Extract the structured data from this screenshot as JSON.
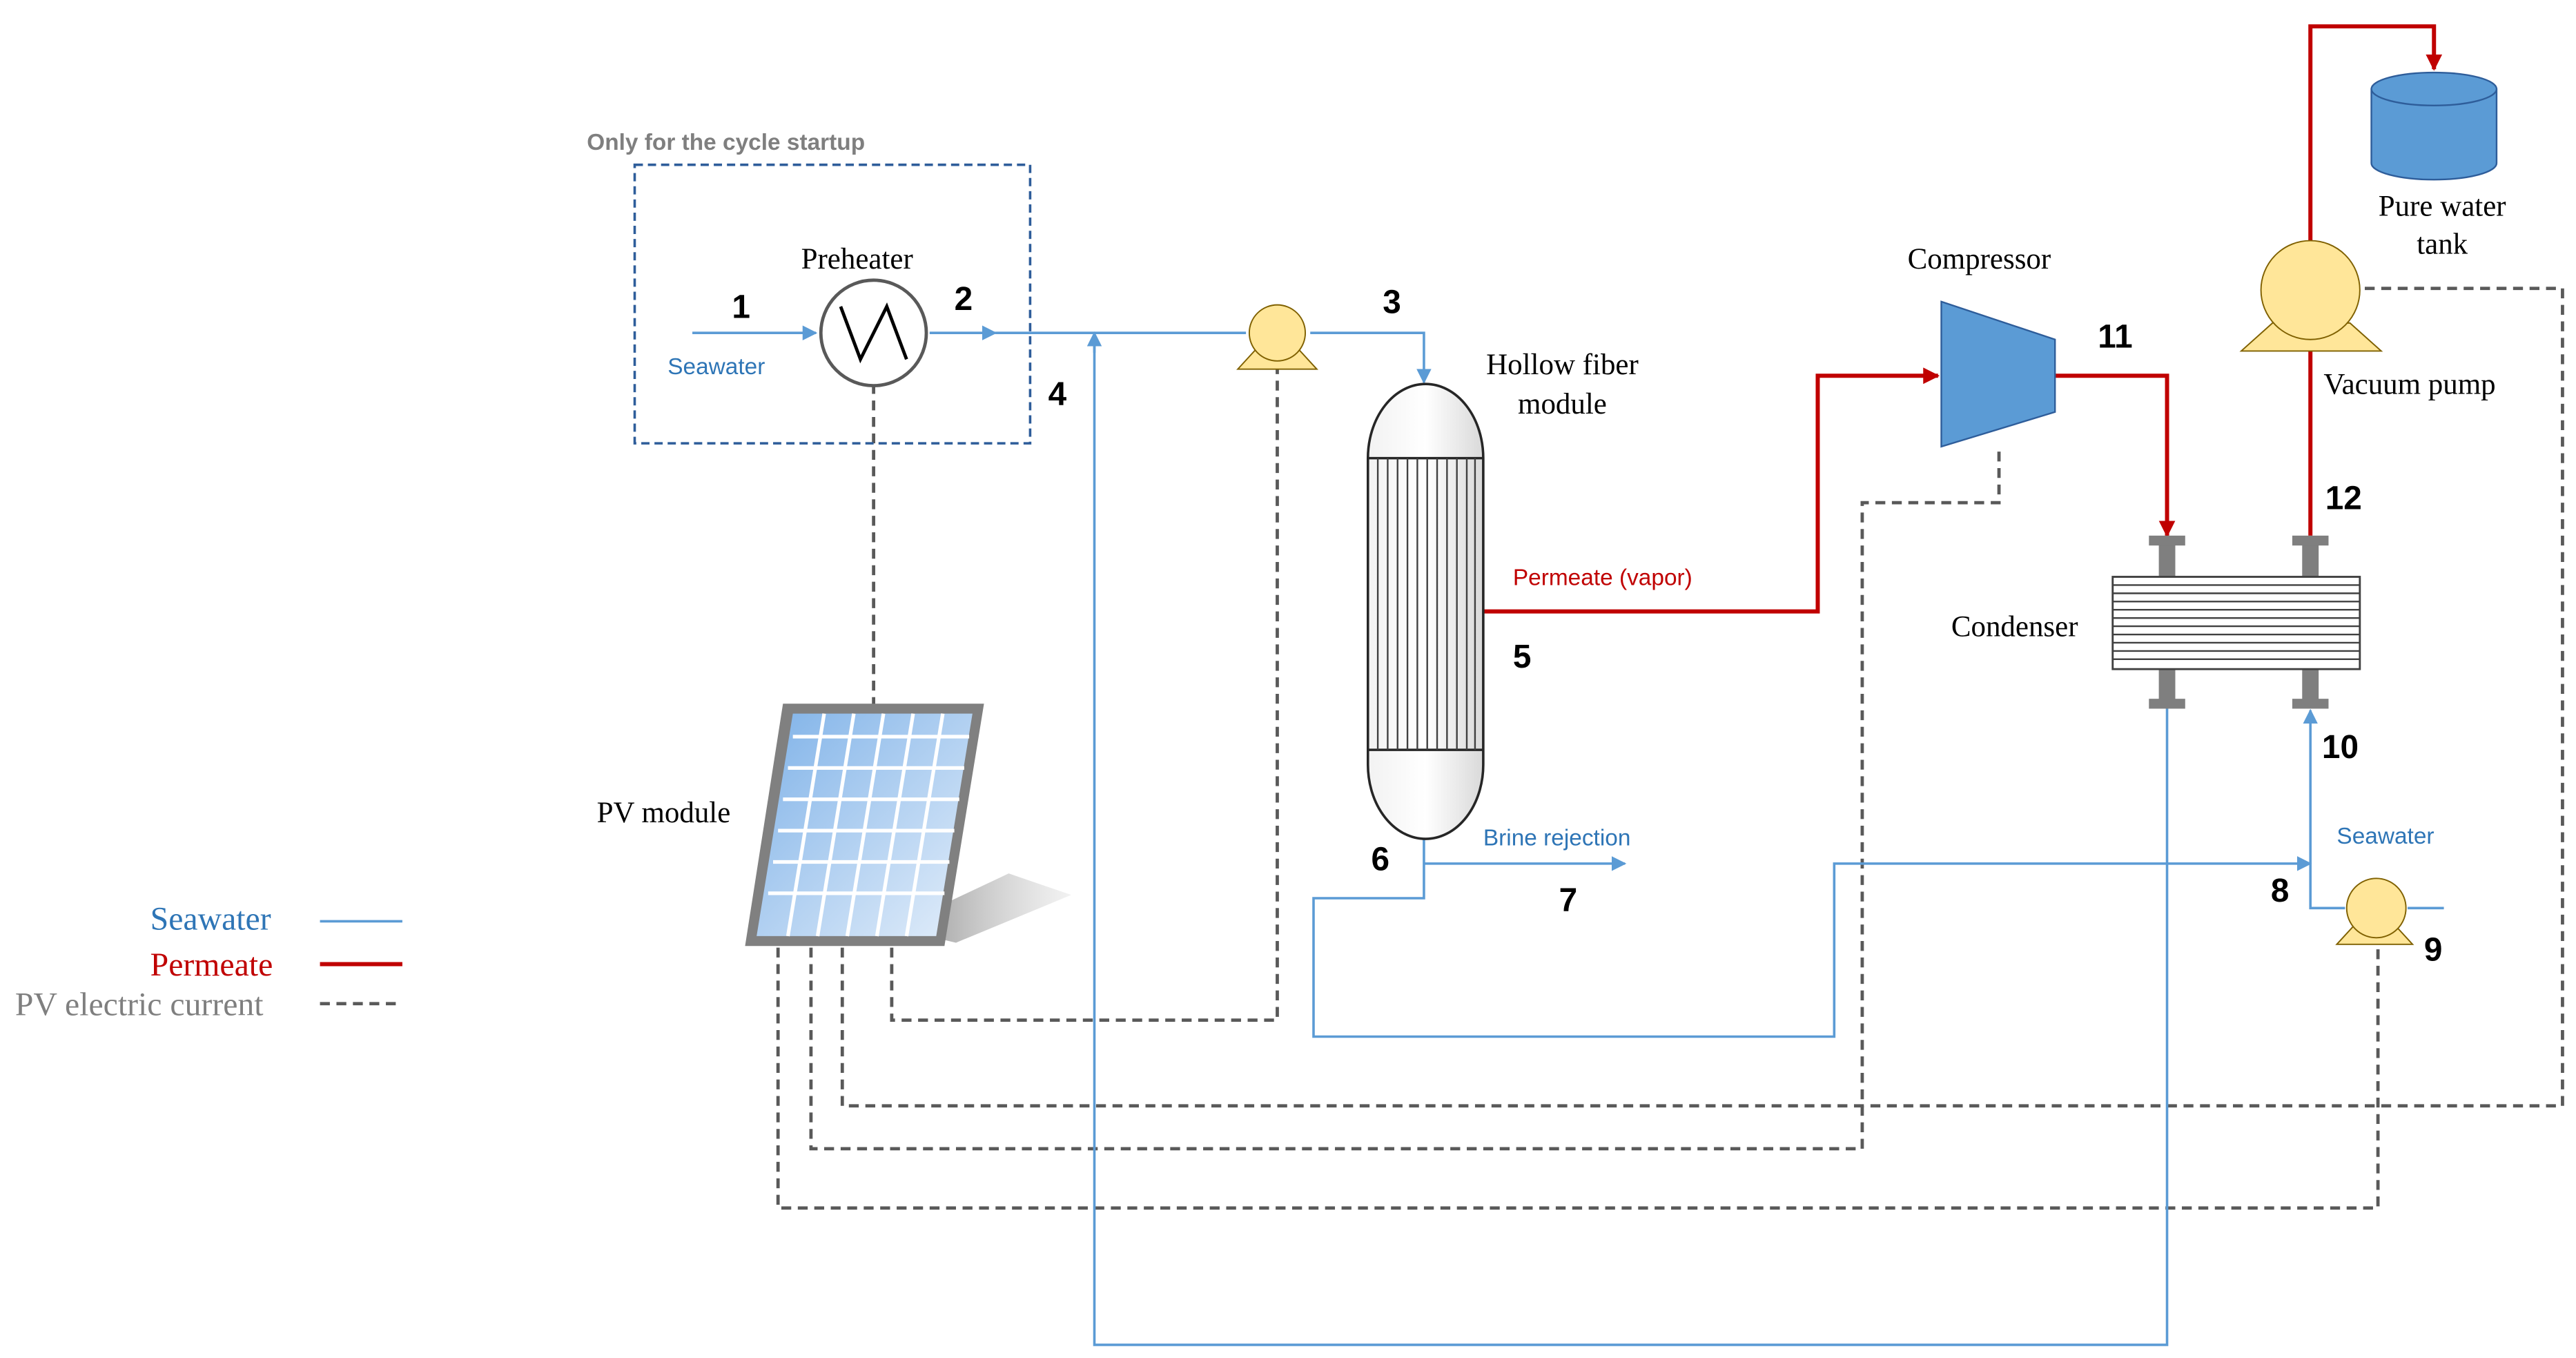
{
  "colors": {
    "seawater": "#5b9bd5",
    "seawater_text": "#2e75b6",
    "permeate": "#c00000",
    "electric": "#595959",
    "startup_box": "#2e5d9a",
    "startup_text": "#7f7f7f",
    "legend_electric_text": "#7f7f7f",
    "pump": "#ffe699",
    "equipment_blue": "#5b9bd5",
    "panel_frame": "#808080",
    "panel_cell": "#9dc3e6"
  },
  "labels": {
    "startup_note": "Only for the cycle startup",
    "preheater": "Preheater",
    "seawater_in": "Seawater",
    "hollow_fiber_line1": "Hollow fiber",
    "hollow_fiber_line2": "module",
    "permeate_vapor": "Permeate (vapor)",
    "brine_rejection": "Brine rejection",
    "compressor": "Compressor",
    "condenser": "Condenser",
    "vacuum_pump": "Vacuum pump",
    "pure_water_line1": "Pure water",
    "pure_water_line2": "tank",
    "seawater_right": "Seawater",
    "pv_module": "PV module"
  },
  "stream_numbers": [
    "1",
    "2",
    "3",
    "4",
    "5",
    "6",
    "7",
    "8",
    "9",
    "10",
    "11",
    "12"
  ],
  "legend": [
    {
      "label": "Seawater",
      "style": "seawater"
    },
    {
      "label": "Permeate",
      "style": "permeate"
    },
    {
      "label": "PV electric current",
      "style": "electric"
    }
  ]
}
